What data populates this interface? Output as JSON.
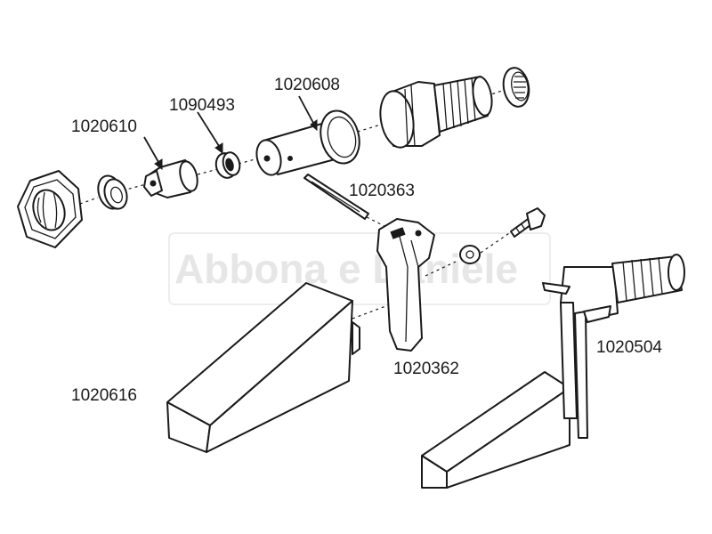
{
  "watermark": "Abbona e Daniele",
  "colors": {
    "ink": "#1a1a1a",
    "watermark": "#e6e6e6",
    "background": "#ffffff"
  },
  "parts": [
    {
      "code": "1020608",
      "name_id": "valve-body-sleeve"
    },
    {
      "code": "1090493",
      "name_id": "seal-ring"
    },
    {
      "code": "1020610",
      "name_id": "piston-cartridge"
    },
    {
      "code": "1020363",
      "name_id": "pivot-pin"
    },
    {
      "code": "1020362",
      "name_id": "lever-arm"
    },
    {
      "code": "1020504",
      "name_id": "complete-valve-assembly"
    },
    {
      "code": "1020616",
      "name_id": "handle-grip"
    }
  ]
}
